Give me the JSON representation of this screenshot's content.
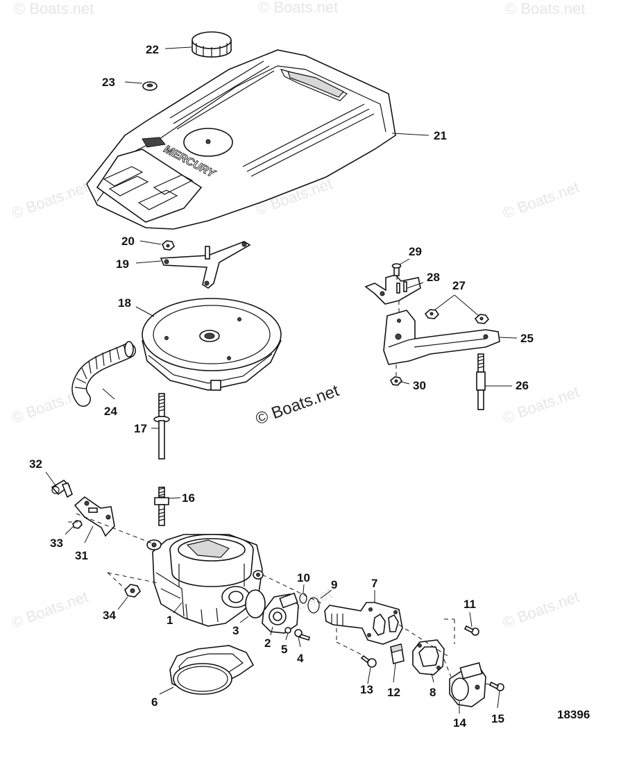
{
  "watermarks": {
    "main": "© Boats.net",
    "faint": "© Boats.net"
  },
  "figure_number": "18396",
  "brand_mark": "MERCURY",
  "callouts": {
    "c1": "1",
    "c2": "2",
    "c3": "3",
    "c4": "4",
    "c5": "5",
    "c6": "6",
    "c7": "7",
    "c8": "8",
    "c9": "9",
    "c10": "10",
    "c11": "11",
    "c12": "12",
    "c13": "13",
    "c14": "14",
    "c15": "15",
    "c16": "16",
    "c17": "17",
    "c18": "18",
    "c19": "19",
    "c20": "20",
    "c21": "21",
    "c22": "22",
    "c23": "23",
    "c24": "24",
    "c25": "25",
    "c26": "26",
    "c27": "27",
    "c28": "28",
    "c29": "29",
    "c30": "30",
    "c31": "31",
    "c32": "32",
    "c33": "33",
    "c34": "34"
  }
}
